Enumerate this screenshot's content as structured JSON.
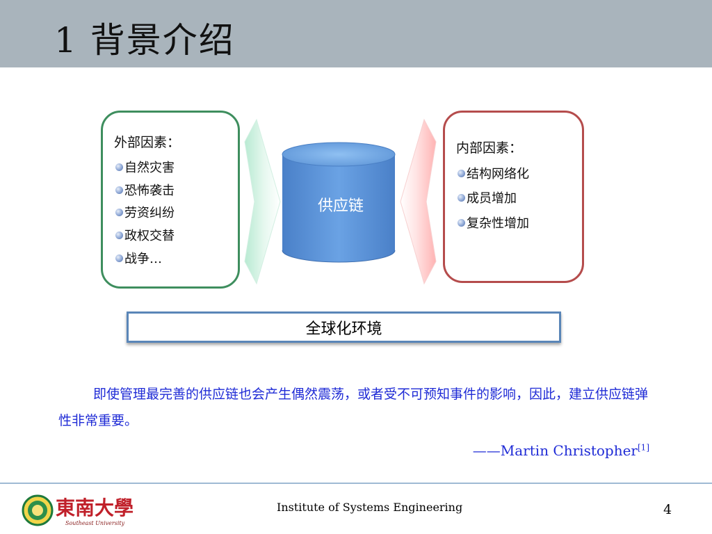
{
  "slide": {
    "title": "1  背景介绍"
  },
  "diagram": {
    "external": {
      "title": "外部因素：",
      "items": [
        "自然灾害",
        "恐怖袭击",
        "劳资纠纷",
        "政权交替",
        "战争…"
      ]
    },
    "internal": {
      "title": "内部因素：",
      "items": [
        "结构网络化",
        "成员增加",
        "复杂性增加"
      ]
    },
    "center_label": "供应链",
    "environment_label": "全球化环境"
  },
  "quote": {
    "text": "即使管理最完善的供应链也会产生偶然震荡，或者受不可预知事件的影响，因此，建立供应链弹性非常重要。",
    "attribution": "——Martin Christopher",
    "citation": "[1]"
  },
  "footer": {
    "institute": "Institute of Systems Engineering",
    "page_number": "4",
    "logo_text": "東南大學",
    "logo_subtext": "Southeast University"
  },
  "colors": {
    "header_band": "#a9b4bc",
    "external_border": "#3e8e5e",
    "internal_border": "#b54c4c",
    "cylinder": "#5a90d4",
    "quote_text": "#1f2bd6",
    "logo_red": "#c0202a"
  }
}
